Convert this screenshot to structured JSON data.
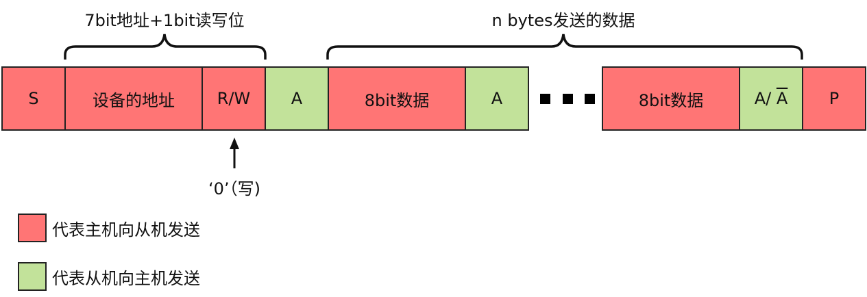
{
  "brackets": {
    "address_label": "7bit地址+1bit读写位",
    "data_label": "n bytes发送的数据"
  },
  "frame": {
    "cells": [
      {
        "text": "S",
        "sender": "master"
      },
      {
        "text": "设备的地址",
        "sender": "master"
      },
      {
        "text": "R/W",
        "sender": "master"
      },
      {
        "text": "A",
        "sender": "slave"
      },
      {
        "text": "8bit数据",
        "sender": "master"
      },
      {
        "text": "A",
        "sender": "slave"
      },
      {
        "text": "8bit数据",
        "sender": "master"
      },
      {
        "text_prefix": "A/ ",
        "text_overbar": "A",
        "sender": "slave"
      },
      {
        "text": "P",
        "sender": "master"
      }
    ],
    "ellipsis_icon": "three-black-squares"
  },
  "annotation": {
    "arrow_icon": "up-arrow",
    "text": "‘0’（写)"
  },
  "legend": [
    {
      "text": "代表主机向从机发送",
      "color": "#ff7575"
    },
    {
      "text": "代表从机向主机发送",
      "color": "#c2e29a"
    }
  ],
  "colors": {
    "master": "#ff7575",
    "slave": "#c2e29a",
    "stroke": "#111111"
  }
}
